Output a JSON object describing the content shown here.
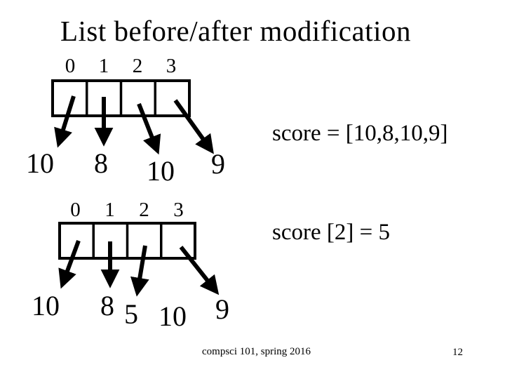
{
  "slide": {
    "title": "List before/after modification",
    "before": {
      "indices": [
        "0",
        "1",
        "2",
        "3"
      ],
      "values": [
        "10",
        "8",
        "10",
        "9"
      ],
      "code": "score = [10,8,10,9]"
    },
    "after": {
      "indices": [
        "0",
        "1",
        "2",
        "3"
      ],
      "values": [
        "10",
        "8",
        "5",
        "10",
        "9"
      ],
      "code": "score [2] = 5"
    },
    "footer": {
      "course": "compsci 101, spring 2016",
      "page": "12"
    }
  },
  "colors": {
    "background": "#ffffff",
    "ink": "#000000"
  }
}
